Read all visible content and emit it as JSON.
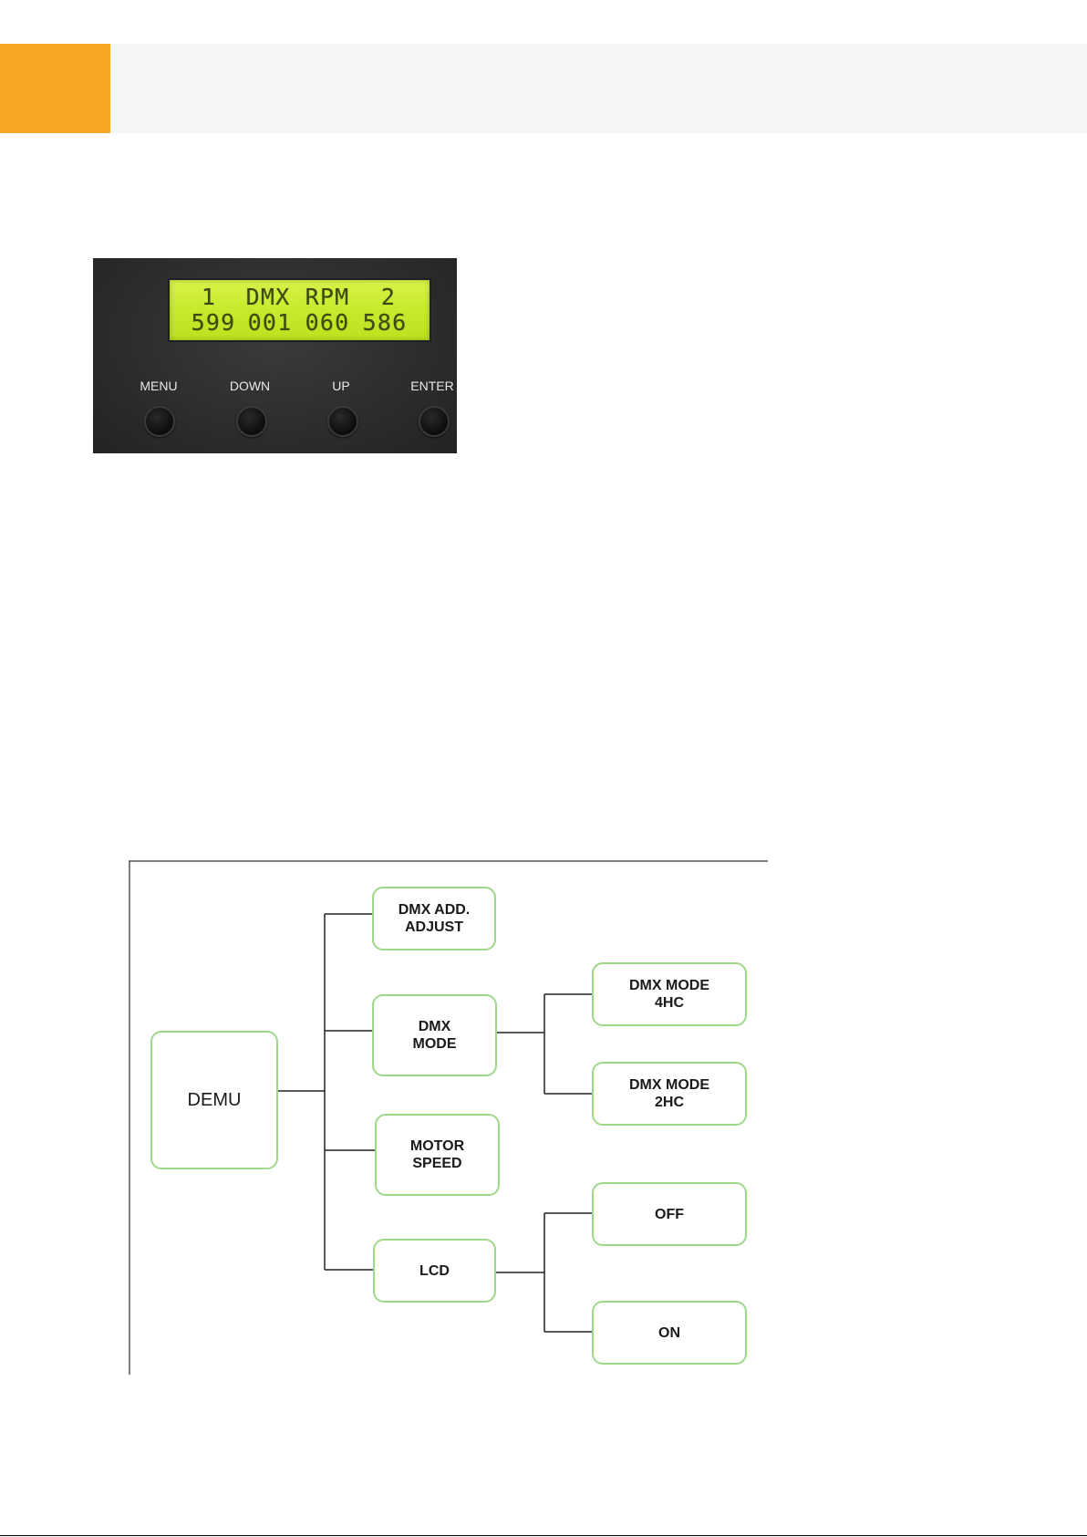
{
  "colors": {
    "accent": "#f5a623",
    "header_band": "#f5f5f5",
    "node_border": "#9ed98a"
  },
  "control_panel": {
    "lcd_line1": [
      "1",
      "DMX",
      "RPM",
      "2"
    ],
    "lcd_line2": [
      "599",
      "001",
      "060",
      "586"
    ],
    "buttons": [
      "MENU",
      "DOWN",
      "UP",
      "ENTER"
    ]
  },
  "menu_tree": {
    "root": "DEMU",
    "items": {
      "dmx_add_adjust": "DMX ADD.\nADJUST",
      "dmx_mode": "DMX\nMODE",
      "dmx_mode_4hc": "DMX MODE\n4HC",
      "dmx_mode_2hc": "DMX MODE\n2HC",
      "motor_speed": "MOTOR\nSPEED",
      "lcd": "LCD",
      "lcd_off": "OFF",
      "lcd_on": "ON"
    }
  }
}
